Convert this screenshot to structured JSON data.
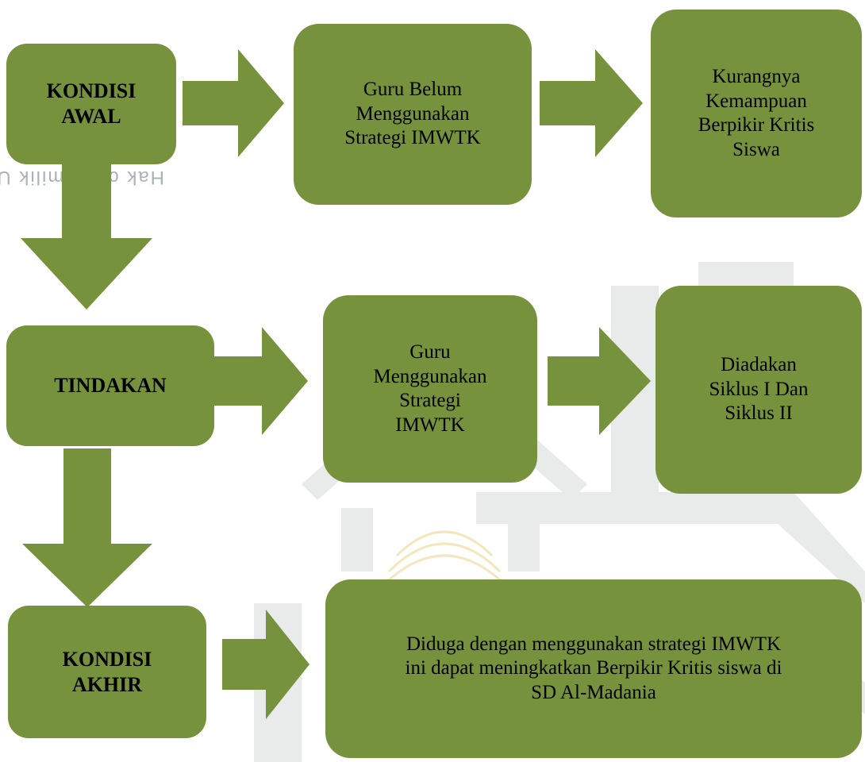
{
  "colors": {
    "box_fill": "#76923c",
    "arrow_fill": "#76923c",
    "watermark": "#d6dad9",
    "watermark_gold": "#f2e3b0"
  },
  "watermark": {
    "vertical_text": "Hak cipta milik UIN Suska Riau"
  },
  "diagram": {
    "rows": [
      {
        "label": "KONDISI\nAWAL",
        "steps": [
          "Guru Belum\nMenggunakan\nStrategi IMWTK",
          "Kurangnya\nKemampuan\nBerpikir Kritis\nSiswa"
        ]
      },
      {
        "label": "TINDAKAN",
        "steps": [
          "Guru\nMenggunakan\nStrategi\nIMWTK",
          "Diadakan\nSiklus I Dan\nSiklus II"
        ]
      },
      {
        "label": "KONDISI\nAKHIR",
        "steps": [
          "Diduga dengan menggunakan strategi IMWTK\nini dapat meningkatkan Berpikir Kritis siswa di\nSD Al-Madania"
        ]
      }
    ]
  }
}
